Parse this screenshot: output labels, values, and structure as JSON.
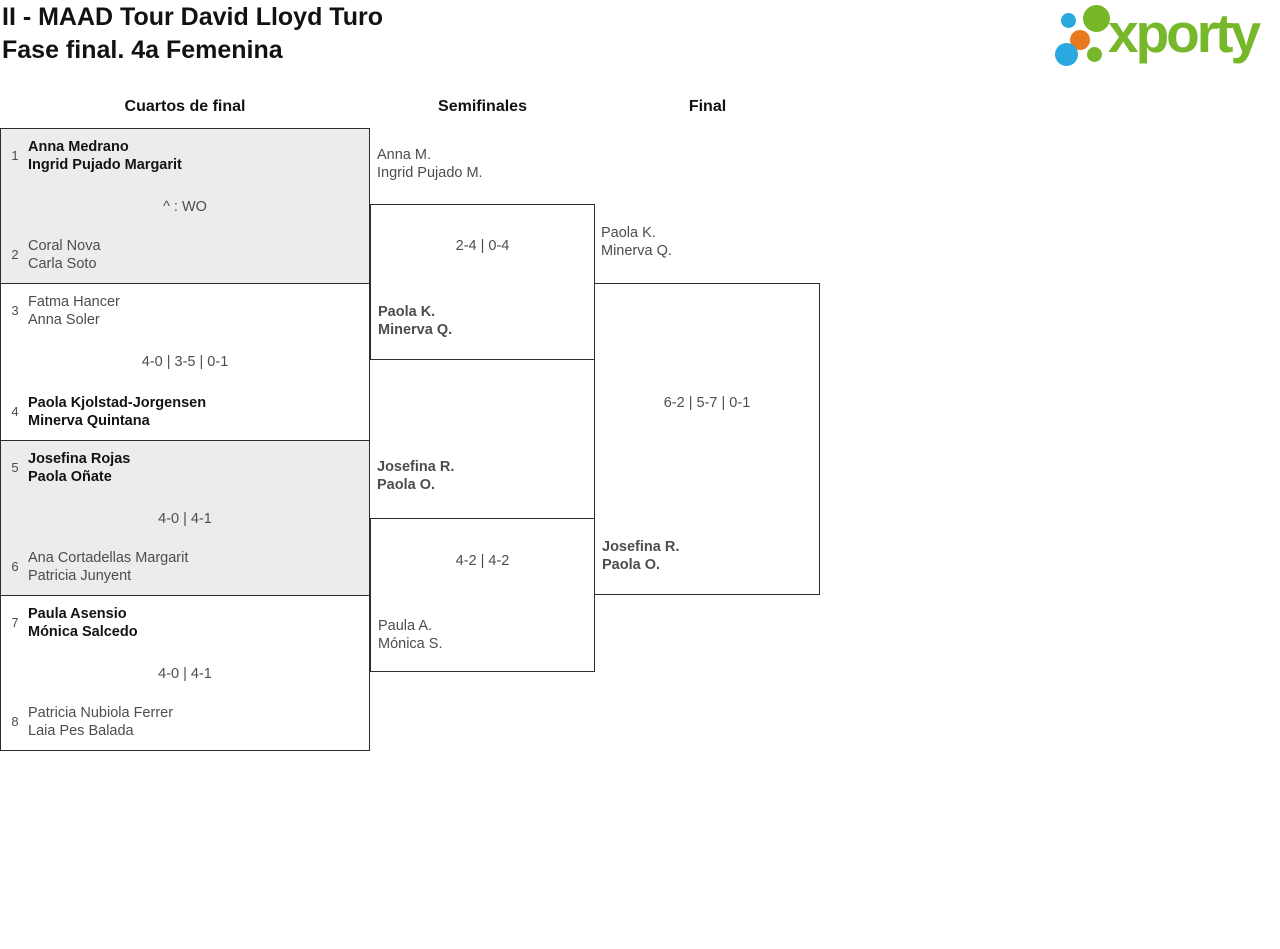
{
  "header": {
    "title": "II - MAAD Tour David Lloyd Turo",
    "subtitle": "Fase final. 4a Femenina"
  },
  "logo": {
    "wordmark": "xporty",
    "colors": {
      "green": "#76b82a",
      "blue": "#29a9e0",
      "orange": "#e8791e"
    }
  },
  "rounds": {
    "quarterfinals_label": "Cuartos de final",
    "semifinals_label": "Semifinales",
    "final_label": "Final"
  },
  "quarterfinals": [
    {
      "top": {
        "seed": "1",
        "lines": [
          "Anna Medrano",
          "Ingrid Pujado Margarit"
        ],
        "winner": true
      },
      "score": "^ : WO",
      "bottom": {
        "seed": "2",
        "lines": [
          "Coral Nova",
          "Carla Soto"
        ],
        "winner": false
      }
    },
    {
      "top": {
        "seed": "3",
        "lines": [
          "Fatma Hancer",
          "Anna Soler"
        ],
        "winner": false
      },
      "score": "4-0 | 3-5 | 0-1",
      "bottom": {
        "seed": "4",
        "lines": [
          "Paola Kjolstad-Jorgensen",
          "Minerva Quintana"
        ],
        "winner": true
      }
    },
    {
      "top": {
        "seed": "5",
        "lines": [
          "Josefina Rojas",
          "Paola Oñate"
        ],
        "winner": true
      },
      "score": "4-0 | 4-1",
      "bottom": {
        "seed": "6",
        "lines": [
          "Ana Cortadellas Margarit",
          "Patricia Junyent"
        ],
        "winner": false
      }
    },
    {
      "top": {
        "seed": "7",
        "lines": [
          "Paula Asensio",
          "Mónica Salcedo"
        ],
        "winner": true
      },
      "score": "4-0 | 4-1",
      "bottom": {
        "seed": "8",
        "lines": [
          "Patricia Nubiola Ferrer",
          "Laia Pes Balada"
        ],
        "winner": false
      }
    }
  ],
  "semifinals": [
    {
      "top": {
        "lines": [
          "Anna M.",
          "Ingrid Pujado M."
        ],
        "winner": false
      },
      "score": "2-4 | 0-4",
      "bottom": {
        "lines": [
          "Paola K.",
          "Minerva Q."
        ],
        "winner": true
      }
    },
    {
      "top": {
        "lines": [
          "Josefina R.",
          "Paola O."
        ],
        "winner": true
      },
      "score": "4-2 | 4-2",
      "bottom": {
        "lines": [
          "Paula A.",
          "Mónica S."
        ],
        "winner": false
      }
    }
  ],
  "final": {
    "top": {
      "lines": [
        "Paola K.",
        "Minerva Q."
      ],
      "winner": false
    },
    "score": "6-2 | 5-7 | 0-1",
    "bottom": {
      "lines": [
        "Josefina R.",
        "Paola O."
      ],
      "winner": true
    }
  }
}
